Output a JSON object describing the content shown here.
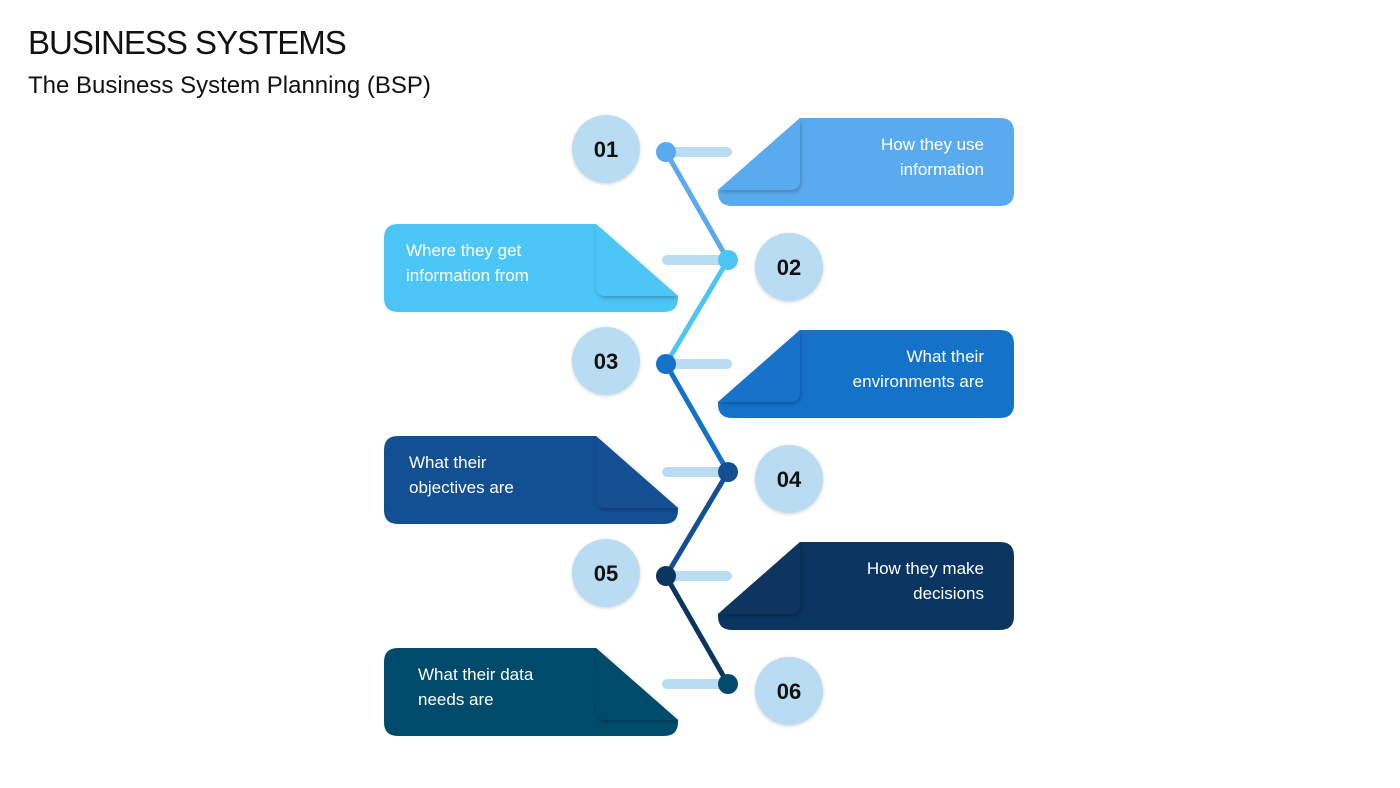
{
  "header": {
    "title": "BUSINESS SYSTEMS",
    "subtitle": "The Business System Planning  (BSP)"
  },
  "steps": [
    {
      "number": "01",
      "lines": [
        "How they use",
        "information"
      ],
      "side": "right",
      "color": "#5aaaf0"
    },
    {
      "number": "02",
      "lines": [
        "Where they get",
        "information from"
      ],
      "side": "left",
      "color": "#4cc6f7"
    },
    {
      "number": "03",
      "lines": [
        "What their",
        "environments are"
      ],
      "side": "right",
      "color": "#1473c9"
    },
    {
      "number": "04",
      "lines": [
        "What their",
        "objectives are"
      ],
      "side": "left",
      "color": "#124f93"
    },
    {
      "number": "05",
      "lines": [
        "How they make",
        "decisions"
      ],
      "side": "right",
      "color": "#0a3560"
    },
    {
      "number": "06",
      "lines": [
        "What their data",
        "needs are"
      ],
      "side": "left",
      "color": "#004b6b"
    }
  ],
  "colors": {
    "number_circle": "#b9dcf2",
    "connector_bar": "#b9dcf2"
  }
}
